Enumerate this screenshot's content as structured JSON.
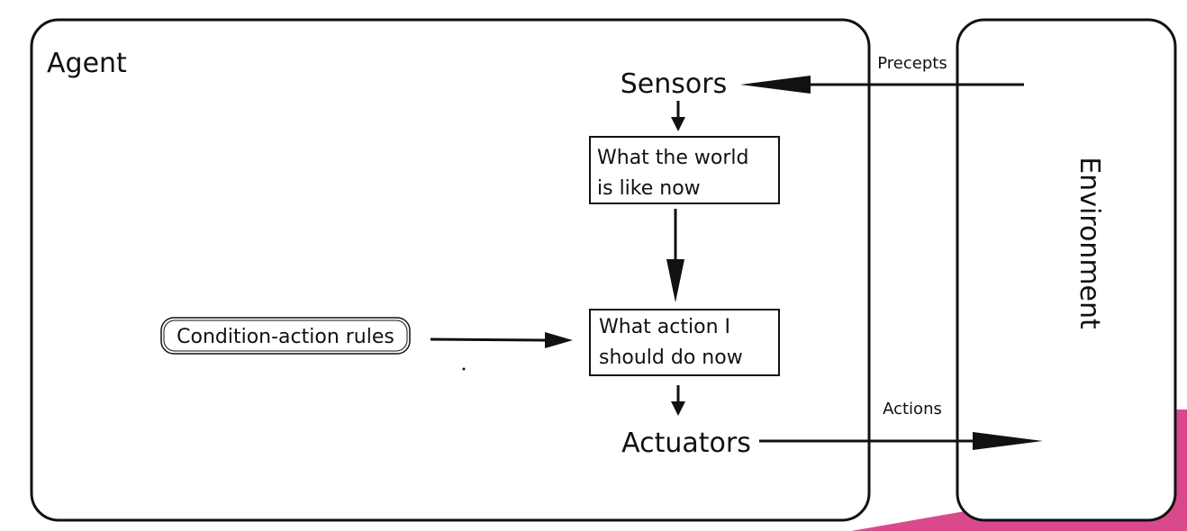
{
  "agent": {
    "label": "Agent"
  },
  "environment": {
    "label": "Environment"
  },
  "sensors": {
    "label": "Sensors"
  },
  "actuators": {
    "label": "Actuators"
  },
  "world_state": {
    "line1": "What the world",
    "line2": "is like now"
  },
  "action_choice": {
    "line1": "What action I",
    "line2": "should do now"
  },
  "rules": {
    "label": "Condition-action rules"
  },
  "flows": {
    "precepts": "Precepts",
    "actions": "Actions"
  },
  "colors": {
    "ink": "#111111",
    "accent": "#d94a8c",
    "accent_light": "#f2a7c9"
  }
}
